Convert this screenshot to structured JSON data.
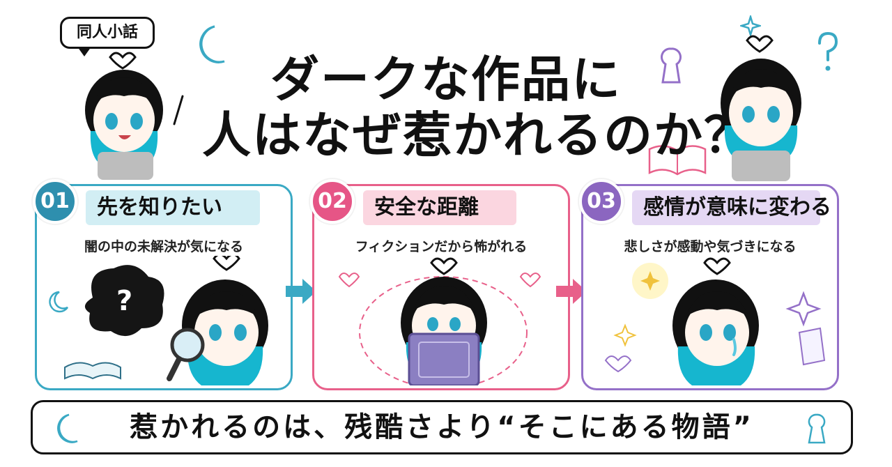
{
  "header": {
    "tag": "同人小話",
    "title_line1": "ダークな作品に",
    "title_line2": "人はなぜ惹かれるのか？"
  },
  "panels": [
    {
      "number": "01",
      "heading": "先を知りたい",
      "subtitle": "闇の中の未解決が気になる",
      "color": "#2e8fae"
    },
    {
      "number": "02",
      "heading": "安全な距離",
      "subtitle": "フィクションだから怖がれる",
      "color": "#e65586"
    },
    {
      "number": "03",
      "heading": "感情が意味に変わる",
      "subtitle": "悲しさが感動や気づきになる",
      "color": "#8b66c0"
    }
  ],
  "bottom": {
    "text": "惹かれるのは、残酷さより“そこにある物語”"
  },
  "colors": {
    "teal": "#3aa9c4",
    "pink": "#e8608a",
    "purple": "#9470c8",
    "ink": "#111111"
  }
}
